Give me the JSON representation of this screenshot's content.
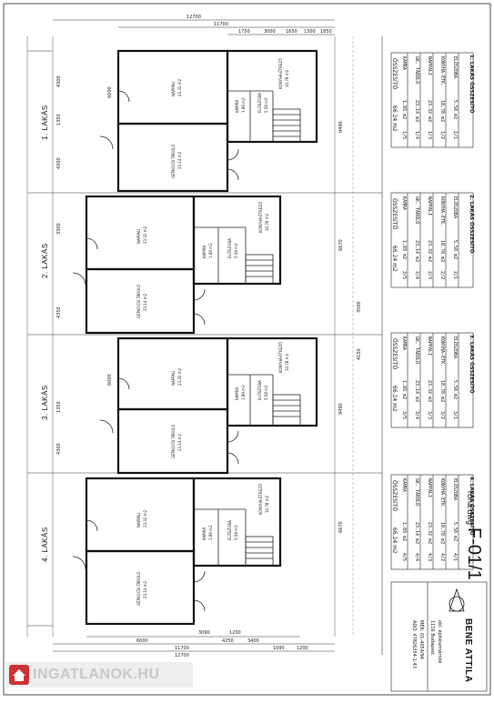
{
  "dimensions": {
    "top": [
      "12700",
      "11700",
      "1750",
      "3000",
      "1650",
      "1300",
      "1850"
    ],
    "bottom": [
      "6000",
      "3090",
      "4250",
      "3400",
      "1200",
      "11700",
      "12700",
      "1090",
      "1200"
    ],
    "left_side": [
      "4300",
      "6000",
      "1350",
      "4300",
      "3300",
      "4350",
      "6000",
      "1350",
      "4300"
    ],
    "right_side": [
      "9490",
      "6670",
      "9490",
      "6670",
      "3500",
      "4150"
    ]
  },
  "units": [
    {
      "label": "1. LAKÁS",
      "rooms": [
        {
          "name": "NAPPALI",
          "area": "23.32 m2"
        },
        {
          "name": "GÉPKOCSI TÁROLÓ",
          "area": "23.14 m2"
        },
        {
          "name": "KONYHA-ÉTKEZŐ",
          "area": "10.78 m2"
        },
        {
          "name": "ELŐSZOBA",
          "area": "5.58 m2"
        },
        {
          "name": "KAMRA",
          "area": "1.89 m2"
        }
      ]
    },
    {
      "label": "2. LAKÁS",
      "rooms": [
        {
          "name": "NAPPALI",
          "area": "23.32 m2"
        },
        {
          "name": "GÉPKOCSI TÁROLÓ",
          "area": "23.14 m2"
        },
        {
          "name": "KONYHA-ÉTKEZŐ",
          "area": "10.78 m2"
        },
        {
          "name": "ELŐSZOBA",
          "area": "5.58 m2"
        },
        {
          "name": "KAMRA",
          "area": "1.89 m2"
        }
      ]
    },
    {
      "label": "3. LAKÁS",
      "rooms": [
        {
          "name": "NAPPALI",
          "area": "23.32 m2"
        },
        {
          "name": "GÉPKOCSI TÁROLÓ",
          "area": "23.14 m2"
        },
        {
          "name": "KONYHA-ÉTKEZŐ",
          "area": "10.78 m2"
        },
        {
          "name": "ELŐSZOBA",
          "area": "5.58 m2"
        },
        {
          "name": "KAMRA",
          "area": "1.89 m2"
        }
      ]
    },
    {
      "label": "4. LAKÁS",
      "rooms": [
        {
          "name": "NAPPALI",
          "area": "23.32 m2"
        },
        {
          "name": "GÉPKOCSI TÁROLÓ",
          "area": "23.14 m2"
        },
        {
          "name": "KONYHA-ÉTKEZŐ",
          "area": "10.78 m2"
        },
        {
          "name": "ELŐSZOBA",
          "area": "5.58 m2"
        },
        {
          "name": "KAMRA",
          "area": "1.89 m2"
        }
      ]
    }
  ],
  "schedules": [
    {
      "title": "1. LAKÁS ÖSSZESÍTŐ",
      "rows": [
        [
          "ELŐSZOBA",
          "5.58 m2",
          "1/1"
        ],
        [
          "KONYHA-ÉTK.",
          "10.78 m2",
          "1/2"
        ],
        [
          "NAPPALI",
          "23.32 m2",
          "1/3"
        ],
        [
          "GK. TÁROLÓ",
          "23.14 m2",
          "1/4"
        ],
        [
          "KAMRA",
          "1.89 m2",
          "1/5"
        ]
      ],
      "total_label": "ÖSSZESÍTŐ",
      "total": "66.24 m2"
    },
    {
      "title": "2. LAKÁS ÖSSZESÍTŐ",
      "rows": [
        [
          "ELŐSZOBA",
          "5.58 m2",
          "2/1"
        ],
        [
          "KONYHA-ÉTK.",
          "10.78 m2",
          "2/2"
        ],
        [
          "NAPPALI",
          "23.32 m2",
          "2/3"
        ],
        [
          "GK. TÁROLÓ",
          "23.14 m2",
          "2/4"
        ],
        [
          "KAMRA",
          "1.89 m2",
          "2/5"
        ]
      ],
      "total_label": "ÖSSZESÍTŐ",
      "total": "66.24 m2"
    },
    {
      "title": "3. LAKÁS ÖSSZESÍTŐ",
      "rows": [
        [
          "ELŐSZOBA",
          "5.58 m2",
          "3/1"
        ],
        [
          "KONYHA-ÉTK.",
          "10.78 m2",
          "3/2"
        ],
        [
          "NAPPALI",
          "23.32 m2",
          "3/3"
        ],
        [
          "GK. TÁROLÓ",
          "23.14 m2",
          "3/4"
        ],
        [
          "KAMRA",
          "1.89 m2",
          "3/5"
        ]
      ],
      "total_label": "ÖSSZESÍTŐ",
      "total": "66.24 m2"
    },
    {
      "title": "4. LAKÁS ÖSSZESÍTŐ",
      "rows": [
        [
          "ELŐSZOBA",
          "5.58 m2",
          "4/1"
        ],
        [
          "KONYHA-ÉTK.",
          "10.78 m2",
          "4/2"
        ],
        [
          "NAPPALI",
          "23.32 m2",
          "4/3"
        ],
        [
          "GK. TÁROLÓ",
          "23.14 m2",
          "4/4"
        ],
        [
          "KAMRA",
          "1.89 m2",
          "4/5"
        ]
      ],
      "total_label": "ÖSSZESÍTŐ",
      "total": "66.24 m2"
    }
  ],
  "title_block": {
    "sheet_code": "F-01/1",
    "file_name": "rõna.dwg",
    "brand": "BENE ATTILA",
    "lines": [
      "okl. építészmérnök",
      "1116 Budapest",
      "MÉK: 01-4054/94",
      "ADÓ: 47826354-1-43"
    ]
  },
  "watermark": {
    "text": "INGATLANOK.HU",
    "color": "#c8c8c8"
  }
}
